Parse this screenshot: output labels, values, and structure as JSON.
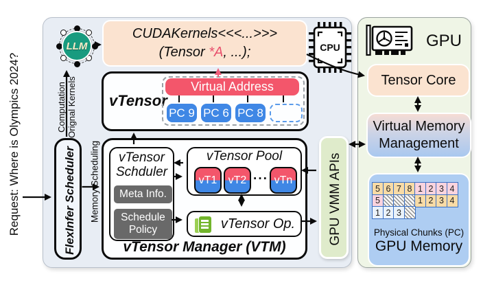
{
  "request": {
    "label": "Request: Where is Olympics 2024?"
  },
  "llm": {
    "label": "LLM"
  },
  "edges": {
    "computation": "Computation",
    "orignal_kernels": "Orignal Kernels",
    "memory_scheduling": "Memory Scheduling"
  },
  "cuda": {
    "line1": "CUDAKernels<<<...>>>",
    "line2_pre": "(Tensor ",
    "line2_arg": "*A",
    "line2_post": ", ...);"
  },
  "cpu": {
    "label": "CPU"
  },
  "flexinfer": {
    "label": "FlexInfer Scheduler"
  },
  "vtensor": {
    "label": "vTensor",
    "virtual_address": "Virtual Address",
    "pcs": [
      "PC 9",
      "PC 6",
      "PC 8"
    ]
  },
  "vtm": {
    "title": "vTensor Manager (VTM)",
    "scheduler": {
      "title_line1": "vTensor",
      "title_line2": "Schduler",
      "meta": "Meta Info.",
      "policy_line1": "Schedule",
      "policy_line2": "Policy"
    },
    "pool": {
      "title": "vTensor Pool",
      "items": [
        "vT1",
        "vT2",
        "vTn"
      ],
      "dots": "···"
    },
    "op": {
      "label": "vTensor Op."
    }
  },
  "apis": {
    "label": "GPU VMM APIs"
  },
  "gpu": {
    "label": "GPU",
    "tensor_core": "Tensor Core",
    "vmm_line1": "Virtual Memory",
    "vmm_line2": "Management",
    "memory": {
      "chunks_label": "Physical Chunks (PC)",
      "title": "GPU Memory",
      "rows": [
        {
          "cells": [
            {
              "label": "5",
              "type": "tan"
            },
            {
              "label": "6",
              "type": "tan"
            },
            {
              "label": "7",
              "type": "tan"
            },
            {
              "label": "8",
              "type": "tan"
            },
            {
              "label": "1",
              "type": "pink"
            },
            {
              "label": "2",
              "type": "pink"
            },
            {
              "label": "3",
              "type": "pink"
            },
            {
              "label": "4",
              "type": "pink"
            }
          ]
        },
        {
          "cells": [
            {
              "label": "5",
              "type": "pink"
            },
            {
              "label": "",
              "type": "hatch"
            },
            {
              "label": "",
              "type": "hatch"
            },
            {
              "label": "",
              "type": "hatch"
            },
            {
              "label": "1",
              "type": "tan"
            },
            {
              "label": "2",
              "type": "tan"
            },
            {
              "label": "3",
              "type": "tan"
            },
            {
              "label": "4",
              "type": "tan"
            }
          ]
        },
        {
          "cells": [
            {
              "label": "1",
              "type": "light"
            },
            {
              "label": "2",
              "type": "light"
            },
            {
              "label": "3",
              "type": "light"
            },
            {
              "label": "",
              "type": "hatch"
            }
          ]
        }
      ]
    }
  },
  "colors": {
    "host_panel_bg": "#e8edf4",
    "gpu_panel_bg": "#eff5e6",
    "kernel_peach": "#fbe3d0",
    "virtual_address_red": "#f3566b",
    "pc_blue": "#3f87e5",
    "llm_green": "#189b7f",
    "apis_green": "#dfebcb",
    "meta_gray": "#696969",
    "memory_blue": "#aecdf2",
    "cell_tan": "#f8dba6",
    "cell_pink": "#fad3de",
    "cell_light": "#eaf2fa",
    "vmm_gradient_top": "#f6dcd4",
    "vmm_gradient_bottom": "#a9c8ef",
    "op_icon_green": "#72b52c",
    "highlight_pink": "#e8506c"
  }
}
